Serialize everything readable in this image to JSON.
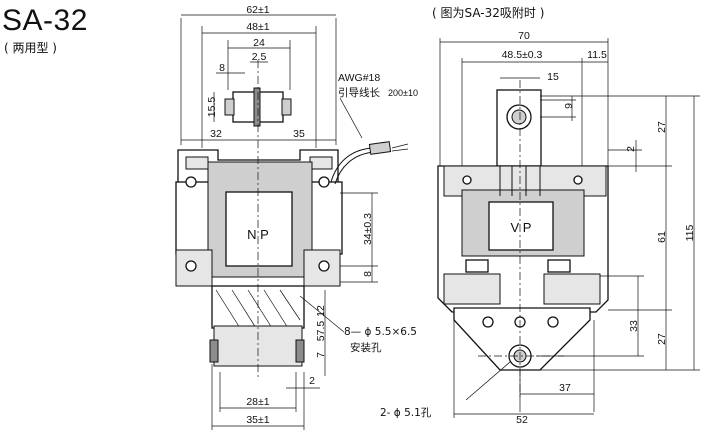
{
  "title": "SA-32",
  "subtitle": "( 两用型 )",
  "right_caption": "( 图为SA-32吸附时 )",
  "left_view": {
    "dims": {
      "overall_width": "62±1",
      "inner_width": "48±1",
      "slot_width": "24",
      "d8": "8",
      "d2_5": "2.5",
      "d15_5": "15.5",
      "d32": "32",
      "d35": "35",
      "coil_height": "34±0.3",
      "d8b": "8",
      "d12": "12",
      "d7": "7",
      "d57_5": "57.5",
      "d2": "2",
      "bottom_28": "28±1",
      "bottom_35": "35±1"
    },
    "wire_label_1": "AWG#18",
    "wire_label_2": "引导线长",
    "wire_label_3": "200±10",
    "hole_label_1": "8— ϕ 5.5×6.5",
    "hole_label_2": "安装孔",
    "coil_text": "N  P"
  },
  "right_view": {
    "dims": {
      "overall_width": "70",
      "d48_5": "48.5±0.3",
      "d11_5": "11.5",
      "d15": "15",
      "d9": "9",
      "d27_top": "27",
      "d2": "2",
      "d61": "61",
      "d115": "115",
      "d33": "33",
      "d27_bottom": "27",
      "d37": "37",
      "d52": "52"
    },
    "hole_label": "2- ϕ 5.1孔",
    "coil_text": "V  P"
  }
}
